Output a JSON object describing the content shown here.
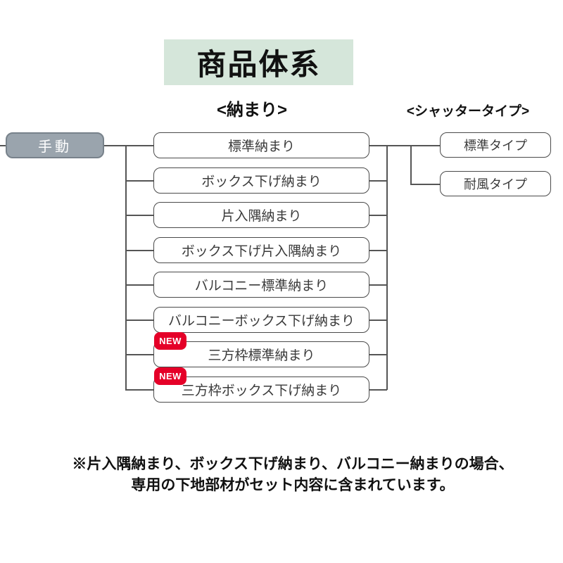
{
  "title": "商品体系",
  "columns": {
    "naomari_header": "<納まり>",
    "shutter_header": "<シャッタータイプ>"
  },
  "root": {
    "label": "手動"
  },
  "new_badge_label": "NEW",
  "naomari_items": [
    {
      "label": "標準納まり",
      "new": false
    },
    {
      "label": "ボックス下げ納まり",
      "new": false
    },
    {
      "label": "片入隅納まり",
      "new": false
    },
    {
      "label": "ボックス下げ片入隅納まり",
      "new": false
    },
    {
      "label": "バルコニー標準納まり",
      "new": false
    },
    {
      "label": "バルコニーボックス下げ納まり",
      "new": false
    },
    {
      "label": "三方枠標準納まり",
      "new": true
    },
    {
      "label": "三方枠ボックス下げ納まり",
      "new": true
    }
  ],
  "shutter_types": [
    {
      "label": "標準タイプ"
    },
    {
      "label": "耐風タイプ"
    }
  ],
  "footnote": {
    "line1": "※片入隅納まり、ボックス下げ納まり、バルコニー納まりの場合、",
    "line2": "専用の下地部材がセット内容に含まれています。"
  },
  "colors": {
    "title_background": "#d5e6da",
    "root_node_fill": "#9aa4ad",
    "root_node_border": "#78828b",
    "node_border": "#4a4a4a",
    "connector_line": "#555555",
    "new_badge": "#e50028",
    "text": "#3a3a3a"
  }
}
